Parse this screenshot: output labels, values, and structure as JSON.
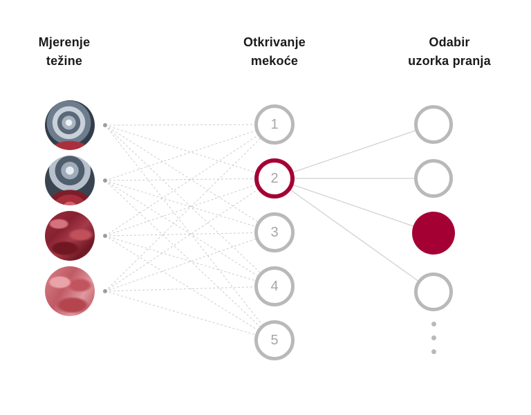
{
  "diagram": {
    "columns": {
      "input": {
        "title_line1": "Mjerenje",
        "title_line2": "težine"
      },
      "hidden": {
        "title_line1": "Otkrivanje",
        "title_line2": "mekoće"
      },
      "output": {
        "title_line1": "Odabir",
        "title_line2": "uzorka pranja"
      }
    },
    "input_nodes": [
      {
        "name": "laundry-drum-image-1"
      },
      {
        "name": "laundry-drum-image-2"
      },
      {
        "name": "laundry-drum-image-3"
      },
      {
        "name": "laundry-drum-image-4"
      }
    ],
    "hidden_nodes": [
      {
        "label": "1",
        "state": "default"
      },
      {
        "label": "2",
        "state": "active"
      },
      {
        "label": "3",
        "state": "default"
      },
      {
        "label": "4",
        "state": "default"
      },
      {
        "label": "5",
        "state": "default"
      }
    ],
    "output_nodes": [
      {
        "state": "default"
      },
      {
        "state": "default"
      },
      {
        "state": "selected"
      },
      {
        "state": "default"
      }
    ],
    "more_indicator_dots": 3,
    "colors": {
      "accent": "#a50034",
      "node_border": "#b9b9b9",
      "node_number": "#a6a6a6",
      "dashed_connector": "#cccccc",
      "solid_connector": "#c4c4c4",
      "heading_text": "#1a1a1a"
    }
  }
}
